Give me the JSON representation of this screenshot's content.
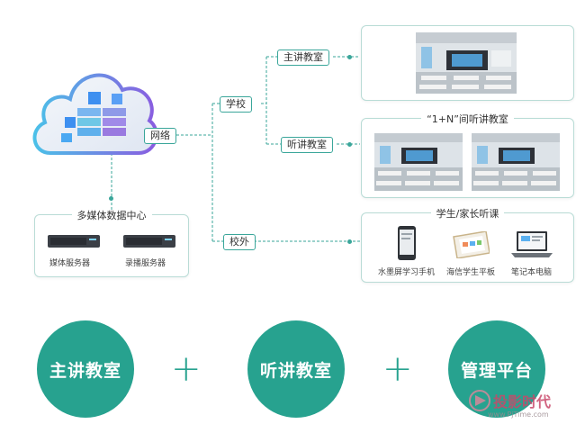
{
  "network": {
    "hub_label": "网络",
    "school_label": "学校",
    "offcampus_label": "校外",
    "main_classroom_label": "主讲教室",
    "listen_classroom_label": "听讲教室"
  },
  "datacenter": {
    "title": "多媒体数据中心",
    "server1_caption": "媒体服务器",
    "server2_caption": "录播服务器"
  },
  "panels": {
    "listen_title": "“1+N”间听讲教室",
    "home_title": "学生/家长听课",
    "device1": "水墨屏学习手机",
    "device2": "海信学生平板",
    "device3": "笔记本电脑"
  },
  "bottom": {
    "item1": "主讲教室",
    "plus1": "+",
    "item2": "听讲教室",
    "plus2": "+",
    "item3": "管理平台"
  },
  "watermark": {
    "text": "投影时代",
    "url": "www.PjTime.com"
  },
  "colors": {
    "accent": "#27a28f",
    "line": "#3aa69a"
  }
}
